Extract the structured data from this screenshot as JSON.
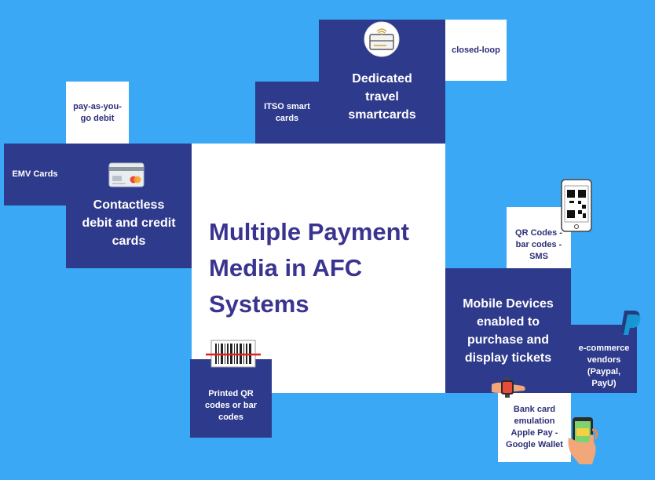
{
  "title": "Multiple Payment Media in AFC Systems",
  "boxes": {
    "emv": "EMV Cards",
    "payg": "pay-as-you-go debit",
    "contactless": "Contactless debit and credit cards",
    "itso": "ITSO smart cards",
    "dedicated": "Dedicated travel smartcards",
    "closed_loop": "closed-loop",
    "qr_sms": "QR Codes - bar codes - SMS",
    "mobile": "Mobile Devices enabled to purchase and display tickets",
    "ecommerce": "e-commerce vendors (Paypal, PayU)",
    "bank_emulation": "Bank card emulation Apple Pay - Google Wallet",
    "printed_qr": "Printed QR codes or bar codes"
  },
  "icons": {
    "card": "credit-card-icon",
    "smartcard": "contactless-smartcard-icon",
    "phone_qr": "phone-qr-icon",
    "paypal": "paypal-logo-icon",
    "barcode": "barcode-scanner-icon",
    "smartwatch": "smartwatch-icon",
    "phone_hand": "phone-in-hand-icon"
  },
  "colors": {
    "background": "#3aa8f5",
    "navy": "#2e3a8c",
    "white": "#ffffff",
    "title": "#3a3490"
  }
}
